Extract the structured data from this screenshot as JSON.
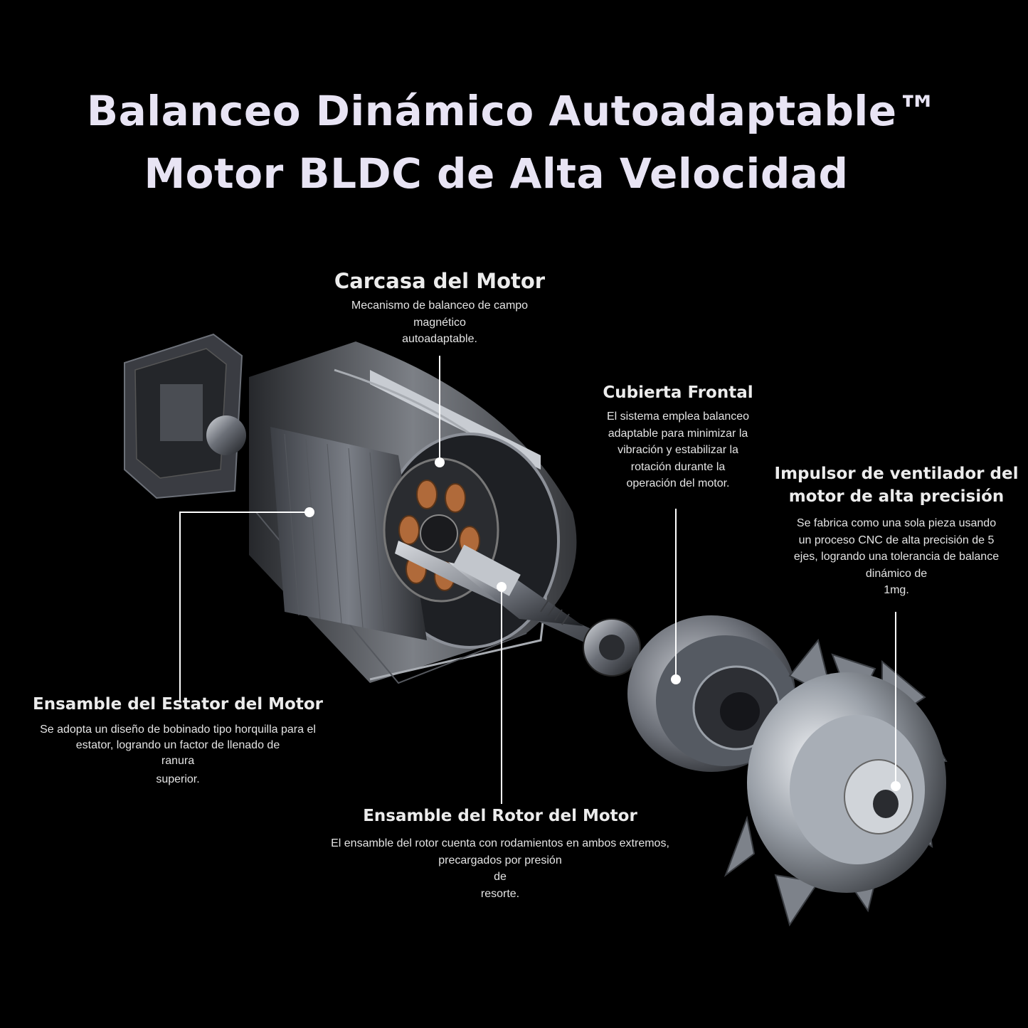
{
  "title": {
    "line1": "Balanceo Dinámico Autoadaptable™",
    "line2": "Motor BLDC de Alta Velocidad"
  },
  "callouts": {
    "carcasa": {
      "heading": "Carcasa del Motor",
      "lines": [
        "Mecanismo de balanceo de campo",
        "magnético",
        "autoadaptable."
      ]
    },
    "cubierta": {
      "heading": "Cubierta Frontal",
      "lines": [
        "El sistema emplea balanceo",
        "adaptable para minimizar la",
        "vibración y estabilizar la",
        "rotación durante la",
        "operación del motor."
      ]
    },
    "impulsor": {
      "heading_lines": [
        "Impulsor de ventilador del",
        "motor de alta precisión"
      ],
      "lines": [
        "Se fabrica como una sola pieza usando",
        "un proceso CNC de alta precisión de 5",
        "ejes, logrando una tolerancia de balance",
        "dinámico de",
        "1mg."
      ]
    },
    "estator": {
      "heading": "Ensamble del Estator del Motor",
      "lines": [
        "Se adopta un diseño de bobinado tipo horquilla para el",
        "estator, logrando un factor de llenado de",
        "ranura",
        "superior."
      ]
    },
    "rotor": {
      "heading": "Ensamble del Rotor del Motor",
      "lines": [
        "El ensamble del rotor cuenta con rodamientos en ambos extremos,",
        "precargados por presión",
        "de",
        "resorte."
      ]
    }
  },
  "colors": {
    "background": "#000000",
    "title": "#e8e4f4",
    "copper": "#b06a3a"
  }
}
